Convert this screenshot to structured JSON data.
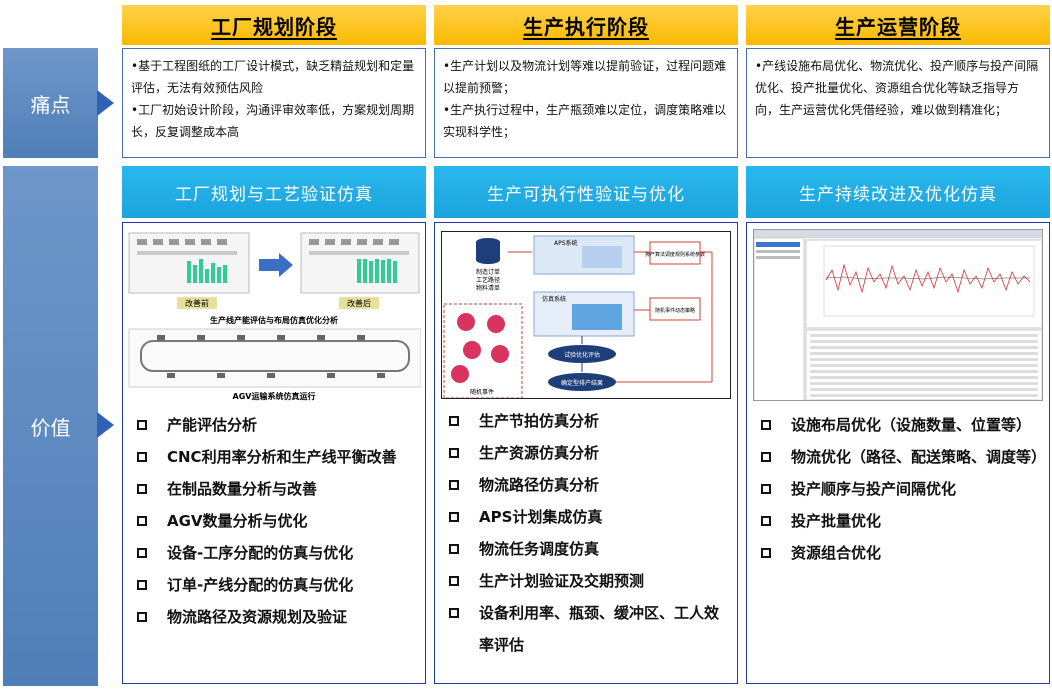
{
  "side_labels": {
    "pain": "痛点",
    "value": "价值"
  },
  "columns": [
    {
      "stage": "工厂规划阶段",
      "pain_points": [
        "•基于工程图纸的工厂设计模式，缺乏精益规划和定量评估，无法有效预估风险",
        "•工厂初始设计阶段，沟通评审效率低，方案规划周期长，反复调整成本高"
      ],
      "value_title": "工厂规划与工艺验证仿真",
      "figure_captions": [
        "改善前",
        "改善后",
        "生产线产能评估与布局仿真优化分析",
        "AGV运输系统仿真运行"
      ],
      "values": [
        "产能评估分析",
        "CNC利用率分析和生产线平衡改善",
        "在制品数量分析与改善",
        "AGV数量分析与优化",
        "设备-工序分配的仿真与优化",
        "订单-产线分配的仿真与优化",
        "物流路径及资源规划及验证"
      ]
    },
    {
      "stage": "生产执行阶段",
      "pain_points": [
        "•生产计划以及物流计划等难以提前验证，过程问题难以提前预警；",
        "•生产执行过程中，生产瓶颈难以定位，调度策略难以实现科学性；"
      ],
      "value_title": "生产可执行性验证与优化",
      "figure_captions": [
        "制造订单",
        "工艺路径",
        "物料清单",
        "APS系统",
        "仿真系统",
        "试验优化评估",
        "确定型排产结果",
        "随机事件",
        "排产算法调度规则系统参数",
        "随机事件动态策略"
      ],
      "values": [
        "生产节拍仿真分析",
        "生产资源仿真分析",
        "物流路径仿真分析",
        "APS计划集成仿真",
        "物流任务调度仿真",
        "生产计划验证及交期预测",
        "设备利用率、瓶颈、缓冲区、工人效率评估"
      ]
    },
    {
      "stage": "生产运营阶段",
      "pain_points": [
        "•产线设施布局优化、物流优化、投产顺序与投产间隔优化、投产批量优化、资源组合优化等缺乏指导方向，生产运营优化凭借经验，难以做到精准化；"
      ],
      "value_title": "生产持续改进及优化仿真",
      "figure_captions": [],
      "values": [
        "设施布局优化（设施数量、位置等）",
        "物流优化（路径、配送策略、调度等）",
        "投产顺序与投产间隔优化",
        "投产批量优化",
        "资源组合优化"
      ]
    }
  ],
  "colors": {
    "stage_header": "#f9b900",
    "value_header": "#1aa4de",
    "side_label": "#4f7fb8",
    "box_border": "#2138a8"
  }
}
